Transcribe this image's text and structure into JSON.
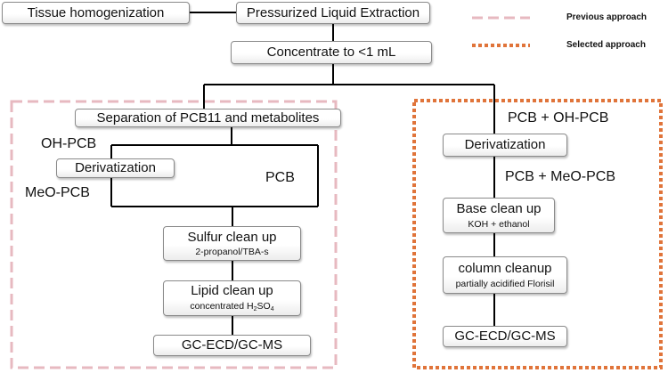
{
  "top": {
    "tissue": "Tissue homogenization",
    "ple": "Pressurized Liquid Extraction",
    "concentrate": "Concentrate to <1 mL"
  },
  "legend": {
    "previous": "Previous approach",
    "selected": "Selected approach",
    "previous_color": "#e7b9c0",
    "selected_color": "#e0743a"
  },
  "previous": {
    "separation": "Separation of PCB11 and metabolites",
    "oh_pcb": "OH-PCB",
    "derivatization": "Derivatization",
    "meo_pcb": "MeO-PCB",
    "pcb": "PCB",
    "sulfur": "Sulfur clean up",
    "sulfur_sub": "2-propanol/TBA-s",
    "lipid": "Lipid clean up",
    "lipid_sub_pre": "concentrated H",
    "lipid_sub_2": "2",
    "lipid_sub_so": "SO",
    "lipid_sub_4": "4",
    "gc": "GC-ECD/GC-MS"
  },
  "selected": {
    "pcb_oh": "PCB + OH-PCB",
    "derivatization": "Derivatization",
    "pcb_meo": "PCB + MeO-PCB",
    "base": "Base clean up",
    "base_sub": "KOH + ethanol",
    "column": "column cleanup",
    "column_sub": "partially acidified Florisil",
    "gc": "GC-ECD/GC-MS"
  }
}
